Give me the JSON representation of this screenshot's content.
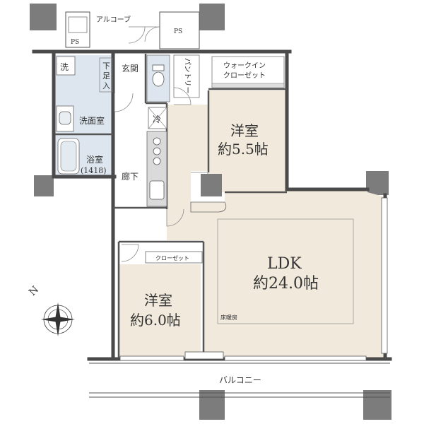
{
  "labels": {
    "alcove": "アルコーブ",
    "ps": "PS",
    "genkan": "玄関",
    "shitaashi": "下足入",
    "pantry": "パントリー",
    "walkin": "ウォークイン\nクローゼット",
    "sentaku": "洗",
    "senmenshitsu": "洗面室",
    "yokushitsu": "浴室",
    "yokushitsu_size": "(1418)",
    "rei": "冷",
    "rouka": "廊下",
    "yoshitsu1_name": "洋室",
    "yoshitsu1_size": "約5.5帖",
    "yoshitsu2_name": "洋室",
    "yoshitsu2_size": "約6.0帖",
    "closet": "クローゼット",
    "ldk_name": "LDK",
    "ldk_size": "約24.0帖",
    "yukadanbou": "床暖房",
    "balcony": "バルコニー",
    "north": "N"
  },
  "colors": {
    "beige": "#f1eadc",
    "wet_blue": "#dde6ee",
    "column": "#7c7c7c",
    "wall": "#4a4a4a",
    "fixture": "#dadada"
  }
}
